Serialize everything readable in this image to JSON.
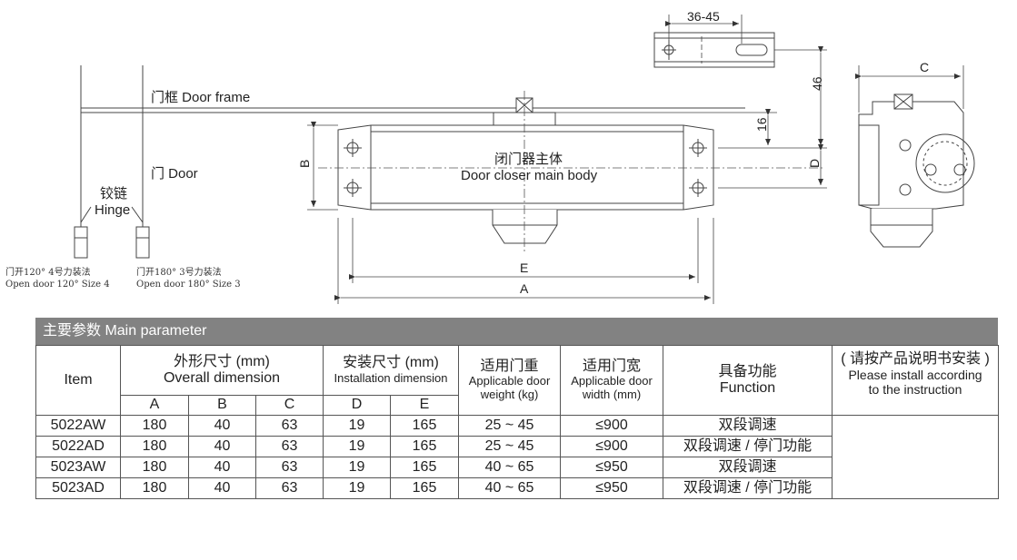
{
  "drawing": {
    "door_frame_label": "门框 Door frame",
    "door_label": "门 Door",
    "hinge_cn": "铰链",
    "hinge_en": "Hinge",
    "left_note_cn": "门开120° 4号力装法",
    "left_note_en": "Open door 120° Size 4",
    "right_note_cn": "门开180° 3号力装法",
    "right_note_en": "Open door 180° Size 3",
    "body_cn": "闭门器主体",
    "body_en": "Door closer main body",
    "dim_36_45": "36-45",
    "dim_46": "46",
    "dim_16": "16",
    "dim_b": "B",
    "dim_d": "D",
    "dim_c": "C",
    "dim_e": "E",
    "dim_a": "A"
  },
  "spec": {
    "banner": "主要参数  Main parameter",
    "headers": {
      "item": "Item",
      "overall_cn": "外形尺寸 (mm)",
      "overall_en": "Overall dimension",
      "install_cn": "安装尺寸 (mm)",
      "install_en": "Installation dimension",
      "weight_cn": "适用门重",
      "weight_en": "Applicable door",
      "weight_unit": "weight (kg)",
      "width_cn": "适用门宽",
      "width_en": "Applicable door",
      "width_unit": "width (mm)",
      "function_cn": "具备功能",
      "function_en": "Function",
      "note_cn": "( 请按产品说明书安装 )",
      "note_en1": "Please install according",
      "note_en2": "to the instruction",
      "a": "A",
      "b": "B",
      "c": "C",
      "d": "D",
      "e": "E"
    },
    "rows": [
      {
        "item": "5022AW",
        "a": "180",
        "b": "40",
        "c": "63",
        "d": "19",
        "e": "165",
        "weight": "25 ~ 45",
        "width": "≤900",
        "function": "双段调速"
      },
      {
        "item": "5022AD",
        "a": "180",
        "b": "40",
        "c": "63",
        "d": "19",
        "e": "165",
        "weight": "25 ~ 45",
        "width": "≤900",
        "function": "双段调速 / 停门功能"
      },
      {
        "item": "5023AW",
        "a": "180",
        "b": "40",
        "c": "63",
        "d": "19",
        "e": "165",
        "weight": "40 ~ 65",
        "width": "≤950",
        "function": "双段调速"
      },
      {
        "item": "5023AD",
        "a": "180",
        "b": "40",
        "c": "63",
        "d": "19",
        "e": "165",
        "weight": "40 ~ 65",
        "width": "≤950",
        "function": "双段调速 / 停门功能"
      }
    ]
  }
}
